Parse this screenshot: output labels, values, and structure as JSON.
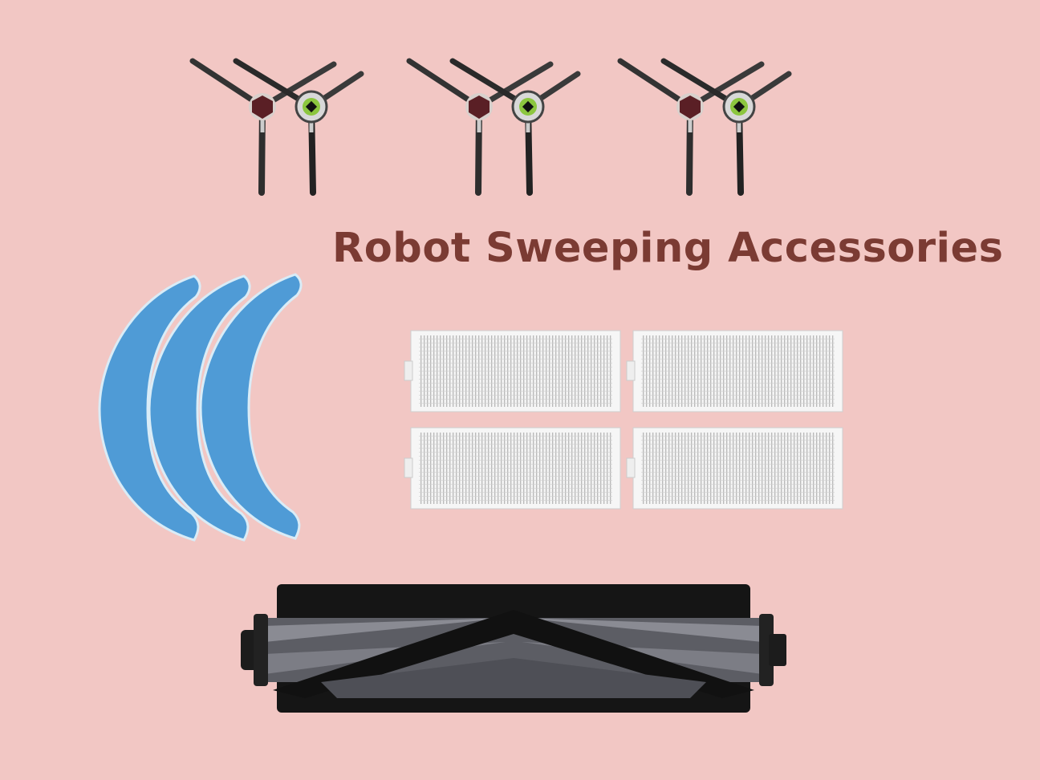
{
  "title": "Robot Sweeping Accessories",
  "colors": {
    "background": "#f2c7c4",
    "title": "#7b3b33",
    "mop": "#4f9bd6",
    "filter": "#efefef",
    "roller_bristle": "#151515",
    "roller_body": "#6f7078"
  },
  "products": {
    "side_brush_pairs": 3,
    "mop_pads": 3,
    "hepa_filters": 4,
    "main_brush": 1
  }
}
